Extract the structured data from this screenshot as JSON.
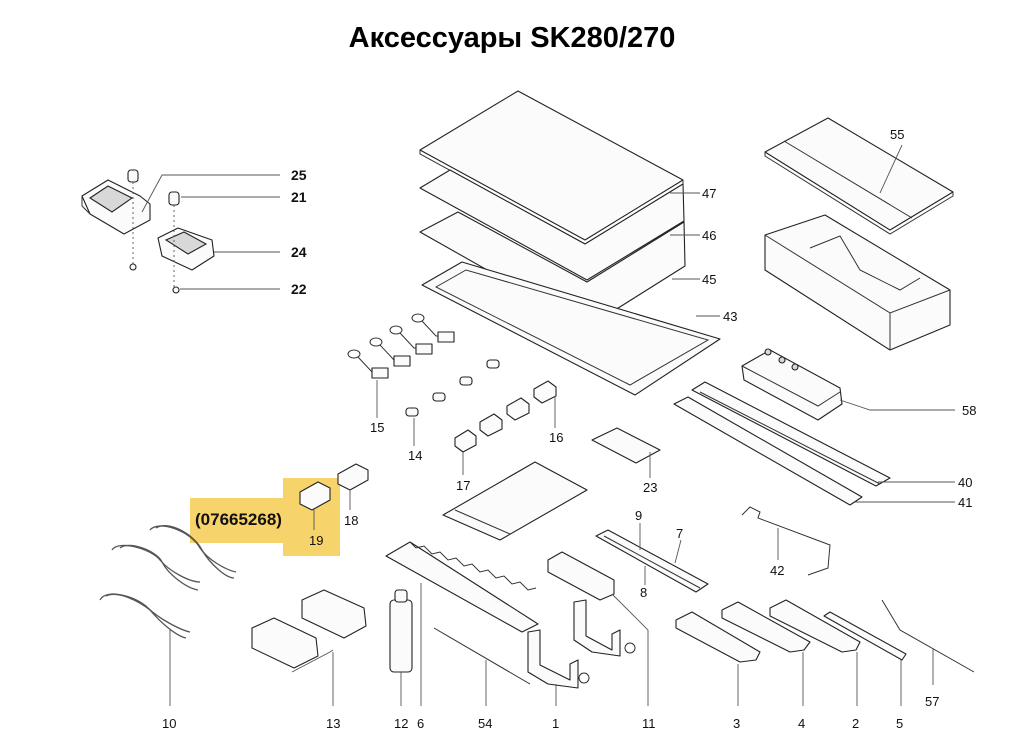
{
  "title": "Аксессуары SK280/270",
  "highlight": {
    "part_number": "(07665268)",
    "item": "19",
    "color": "#f7d36b"
  },
  "callouts": {
    "c25": "25",
    "c21": "21",
    "c24": "24",
    "c22": "22",
    "c47": "47",
    "c46": "46",
    "c45": "45",
    "c43": "43",
    "c55": "55",
    "c58": "58",
    "c40": "40",
    "c41": "41",
    "c15": "15",
    "c14": "14",
    "c16": "16",
    "c17": "17",
    "c18": "18",
    "c23": "23",
    "c9": "9",
    "c7": "7",
    "c8": "8",
    "c42": "42",
    "c10": "10",
    "c13": "13",
    "c12": "12",
    "c6": "6",
    "c54": "54",
    "c1": "1",
    "c11": "11",
    "c3": "3",
    "c4": "4",
    "c2": "2",
    "c5": "5",
    "c57": "57"
  }
}
